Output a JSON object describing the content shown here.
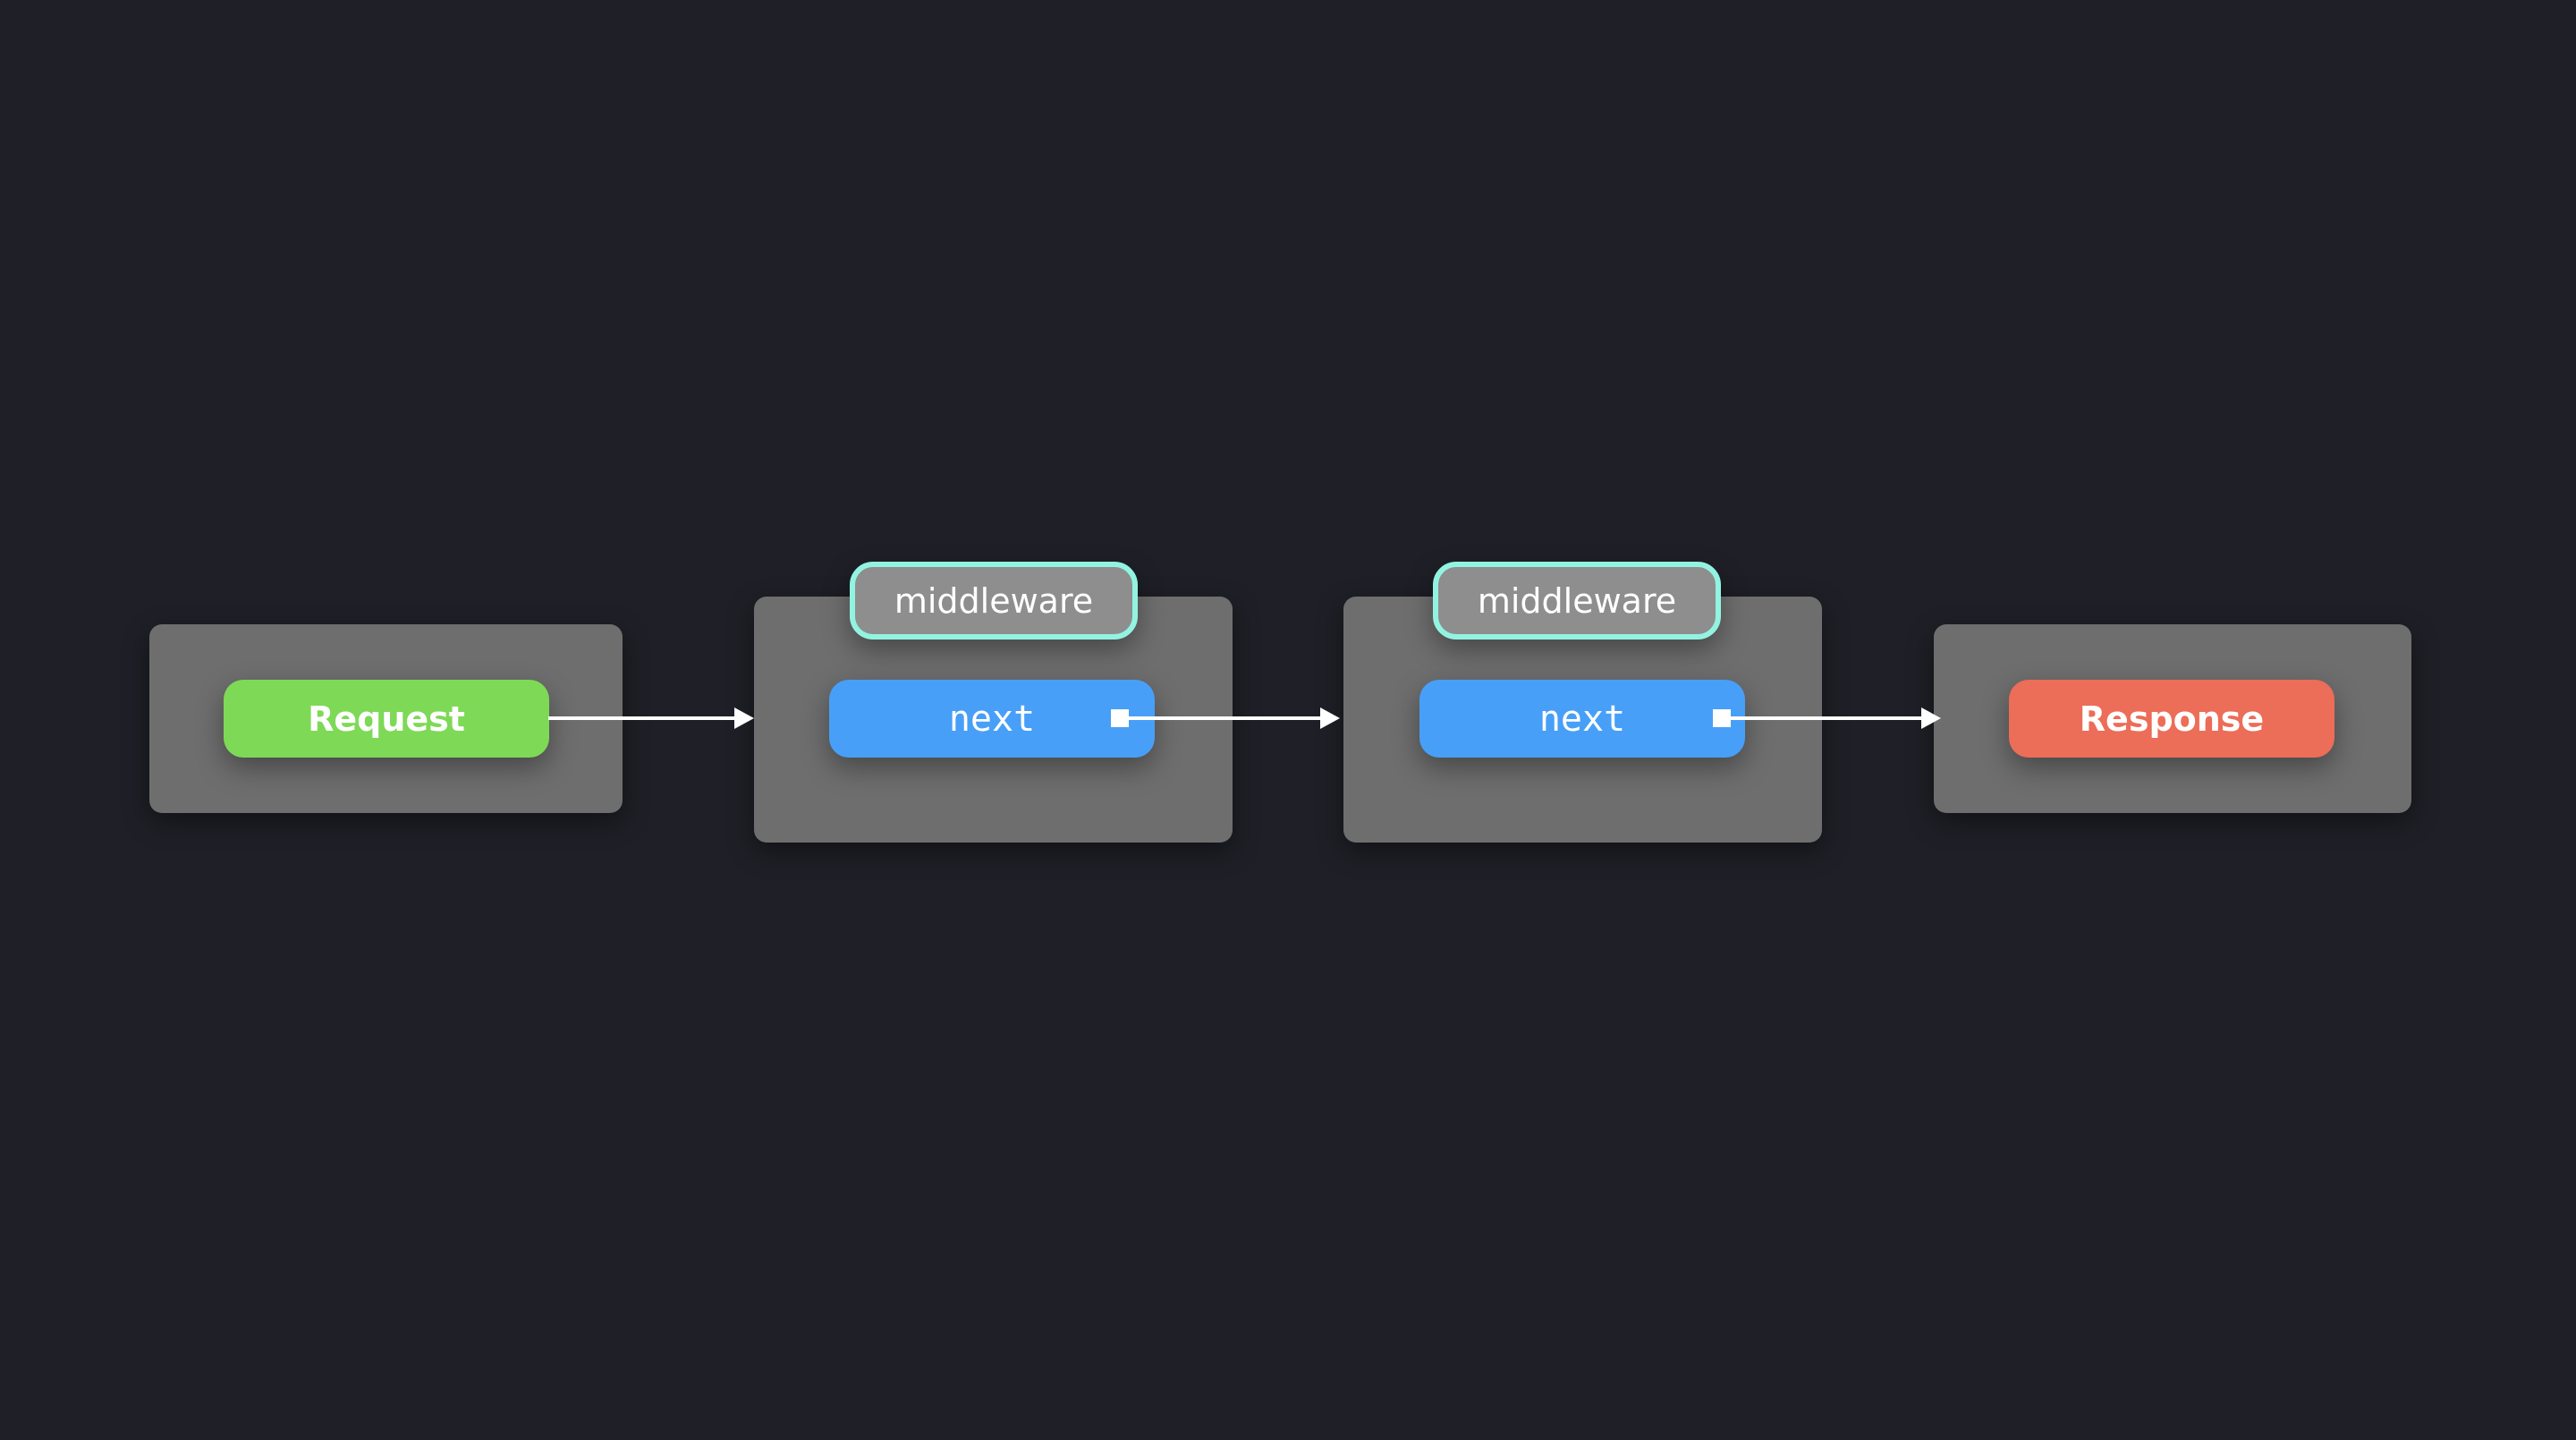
{
  "nodes": {
    "request": {
      "label": "Request",
      "color": "#7ed957"
    },
    "middleware1": {
      "title": "middleware",
      "inner": "next",
      "color": "#489ff7"
    },
    "middleware2": {
      "title": "middleware",
      "inner": "next",
      "color": "#489ff7"
    },
    "response": {
      "label": "Response",
      "color": "#ec6d58"
    }
  },
  "colors": {
    "background": "#1f2027",
    "container": "#6e6e6e",
    "label_border": "#93f3e1"
  },
  "edges": [
    {
      "from": "request",
      "to": "middleware1"
    },
    {
      "from": "middleware1",
      "to": "middleware2"
    },
    {
      "from": "middleware2",
      "to": "response"
    }
  ]
}
